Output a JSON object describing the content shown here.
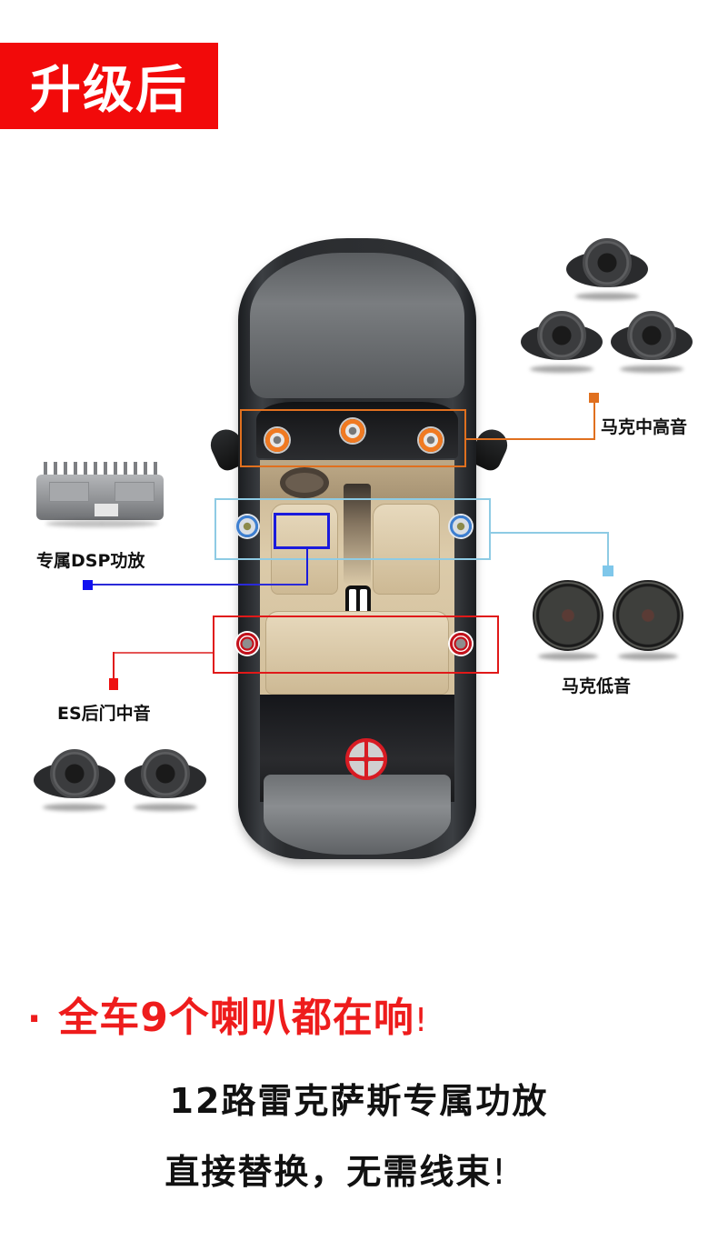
{
  "badge": {
    "label": "升级后",
    "color": "#f20a0a"
  },
  "callouts": {
    "mid_high": {
      "label": "马克中高音",
      "color": "#e0701f",
      "speaker_count": 3
    },
    "dsp_amp": {
      "label": "专属DSP功放",
      "color": "#1a1adc"
    },
    "woofer": {
      "label": "马克低音",
      "color": "#8ecbe4",
      "speaker_count": 2
    },
    "rear_door_mid": {
      "label": "ES后门中音",
      "color": "#e01919",
      "speaker_count": 2
    }
  },
  "headline": {
    "bullet": "·",
    "text": "全车9个喇叭都在响",
    "exclaim": "!",
    "color": "#ee1c1c"
  },
  "subtext": {
    "line1": "12路雷克萨斯专属功放",
    "line2": "直接替换，无需线束",
    "line2_exclaim": "!"
  }
}
